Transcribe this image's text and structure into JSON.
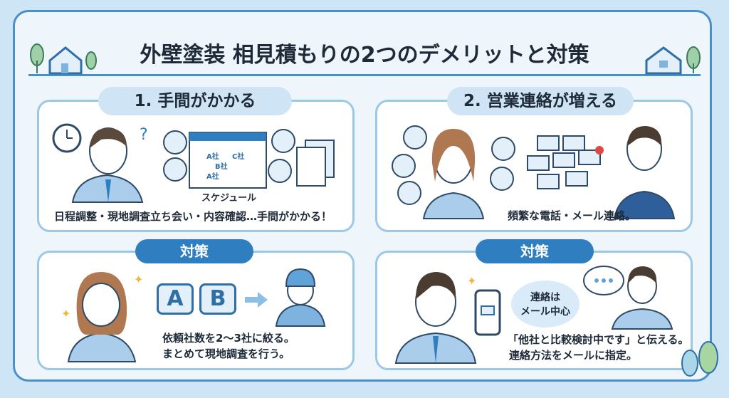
{
  "title": "外壁塗装 相見積もりの2つのデメリットと対策",
  "sections": [
    {
      "heading": "1. 手間がかかる",
      "caption": "日程調整・現地調査立ち会い・内容確認…手間がかかる！",
      "schedule_label": "スケジュール",
      "calendar_entries": [
        "A社",
        "C社",
        "B社",
        "A社"
      ]
    },
    {
      "heading": "2. 営業連絡が増える",
      "caption": "頻繁な電話・メール連絡。"
    }
  ],
  "countermeasures": [
    {
      "heading": "対策",
      "cards": [
        "A",
        "B"
      ],
      "lines": [
        "依頼社数を2〜3社に絞る。",
        "まとめて現地調査を行う。"
      ]
    },
    {
      "heading": "対策",
      "bubble_lines": [
        "連絡は",
        "メール中心"
      ],
      "lines": [
        "「他社と比較検討中です」と伝える。",
        "連絡方法をメールに指定。"
      ]
    }
  ],
  "colors": {
    "accent": "#2f7fc0",
    "frame": "#4a90c8",
    "pill_light": "#cfe4f4"
  }
}
